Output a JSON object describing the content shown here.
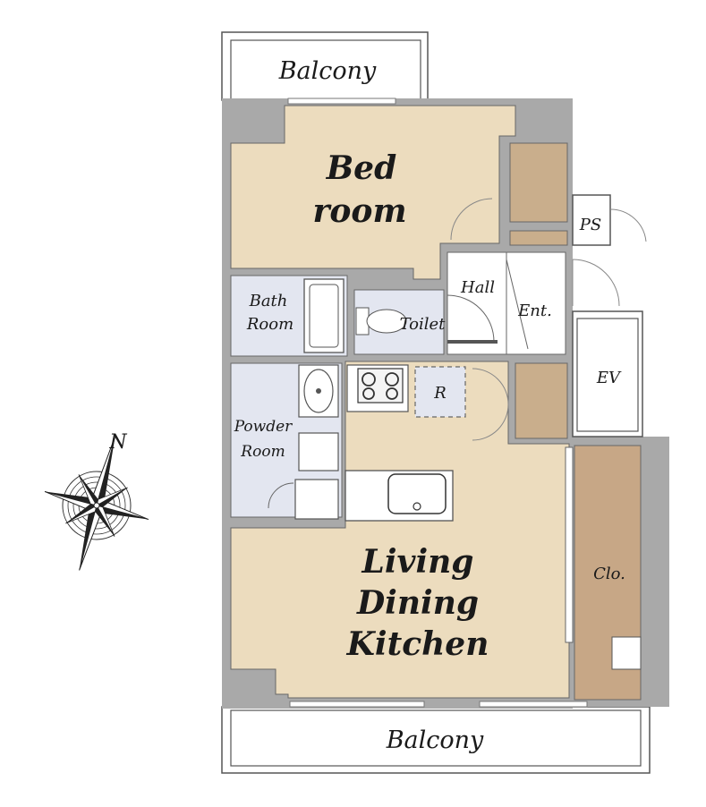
{
  "colors": {
    "wall": "#a9a9a9",
    "wood_floor": "#ecdcbe",
    "wet_floor": "#e3e6f0",
    "storage": "#c9ae8c",
    "closet_floor": "#c7a786",
    "line": "#555555"
  },
  "icons": [
    "compass-rose-icon",
    "toilet-icon",
    "bathtub-icon",
    "washbasin-icon",
    "stove-icon",
    "kitchen-sink-icon"
  ],
  "labels": {
    "balcony_top": "Balcony",
    "bedroom_1": "Bed",
    "bedroom_2": "room",
    "ps": "PS",
    "hall": "Hall",
    "entrance": "Ent.",
    "bath_1": "Bath",
    "bath_2": "Room",
    "toilet": "Toilet",
    "ev": "EV",
    "refrigerator": "R",
    "powder_1": "Powder",
    "powder_2": "Room",
    "closet": "Clo.",
    "ldk_1": "Living",
    "ldk_2": "Dining",
    "ldk_3": "Kitchen",
    "balcony_bottom": "Balcony",
    "compass_n": "N"
  }
}
